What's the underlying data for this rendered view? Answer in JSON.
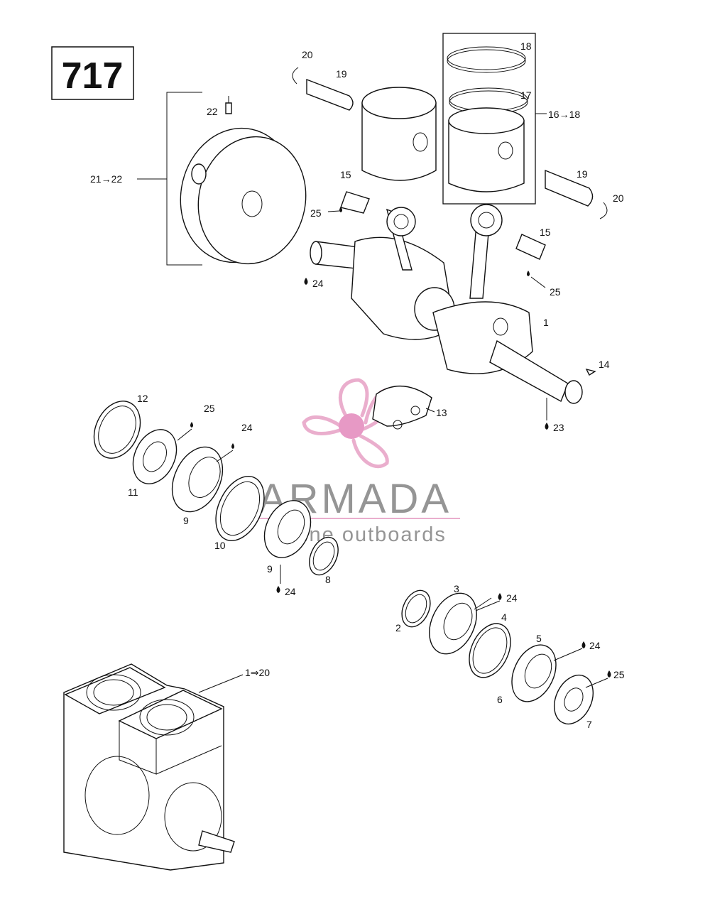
{
  "page_number": "717",
  "callouts": {
    "c1": "1",
    "c2": "2",
    "c3": "3",
    "c4": "4",
    "c5": "5",
    "c6": "6",
    "c7": "7",
    "c8": "8",
    "c9a": "9",
    "c9b": "9",
    "c10": "10",
    "c11": "11",
    "c12": "12",
    "c13": "13",
    "c14": "14",
    "c15a": "15",
    "c15b": "15",
    "c16_18": "16→18",
    "c17": "17",
    "c18": "18",
    "c19a": "19",
    "c19b": "19",
    "c20a": "20",
    "c20b": "20",
    "c21_22": "21→22",
    "c22": "22",
    "c23": "23",
    "c24a": "24",
    "c24b": "24",
    "c24c": "24",
    "c24d": "24",
    "c24e": "24",
    "c25a": "25",
    "c25b": "25",
    "c25c": "25",
    "c25d": "25",
    "c1_20": "1⇒20"
  },
  "watermark": {
    "brand": "ARMADA",
    "tagline": "marine outboards",
    "colors": {
      "logo": "#e8a6c8",
      "logo_center": "#e58fbf",
      "text": "#8a8a8a",
      "rule": "#e8a6c8"
    }
  }
}
